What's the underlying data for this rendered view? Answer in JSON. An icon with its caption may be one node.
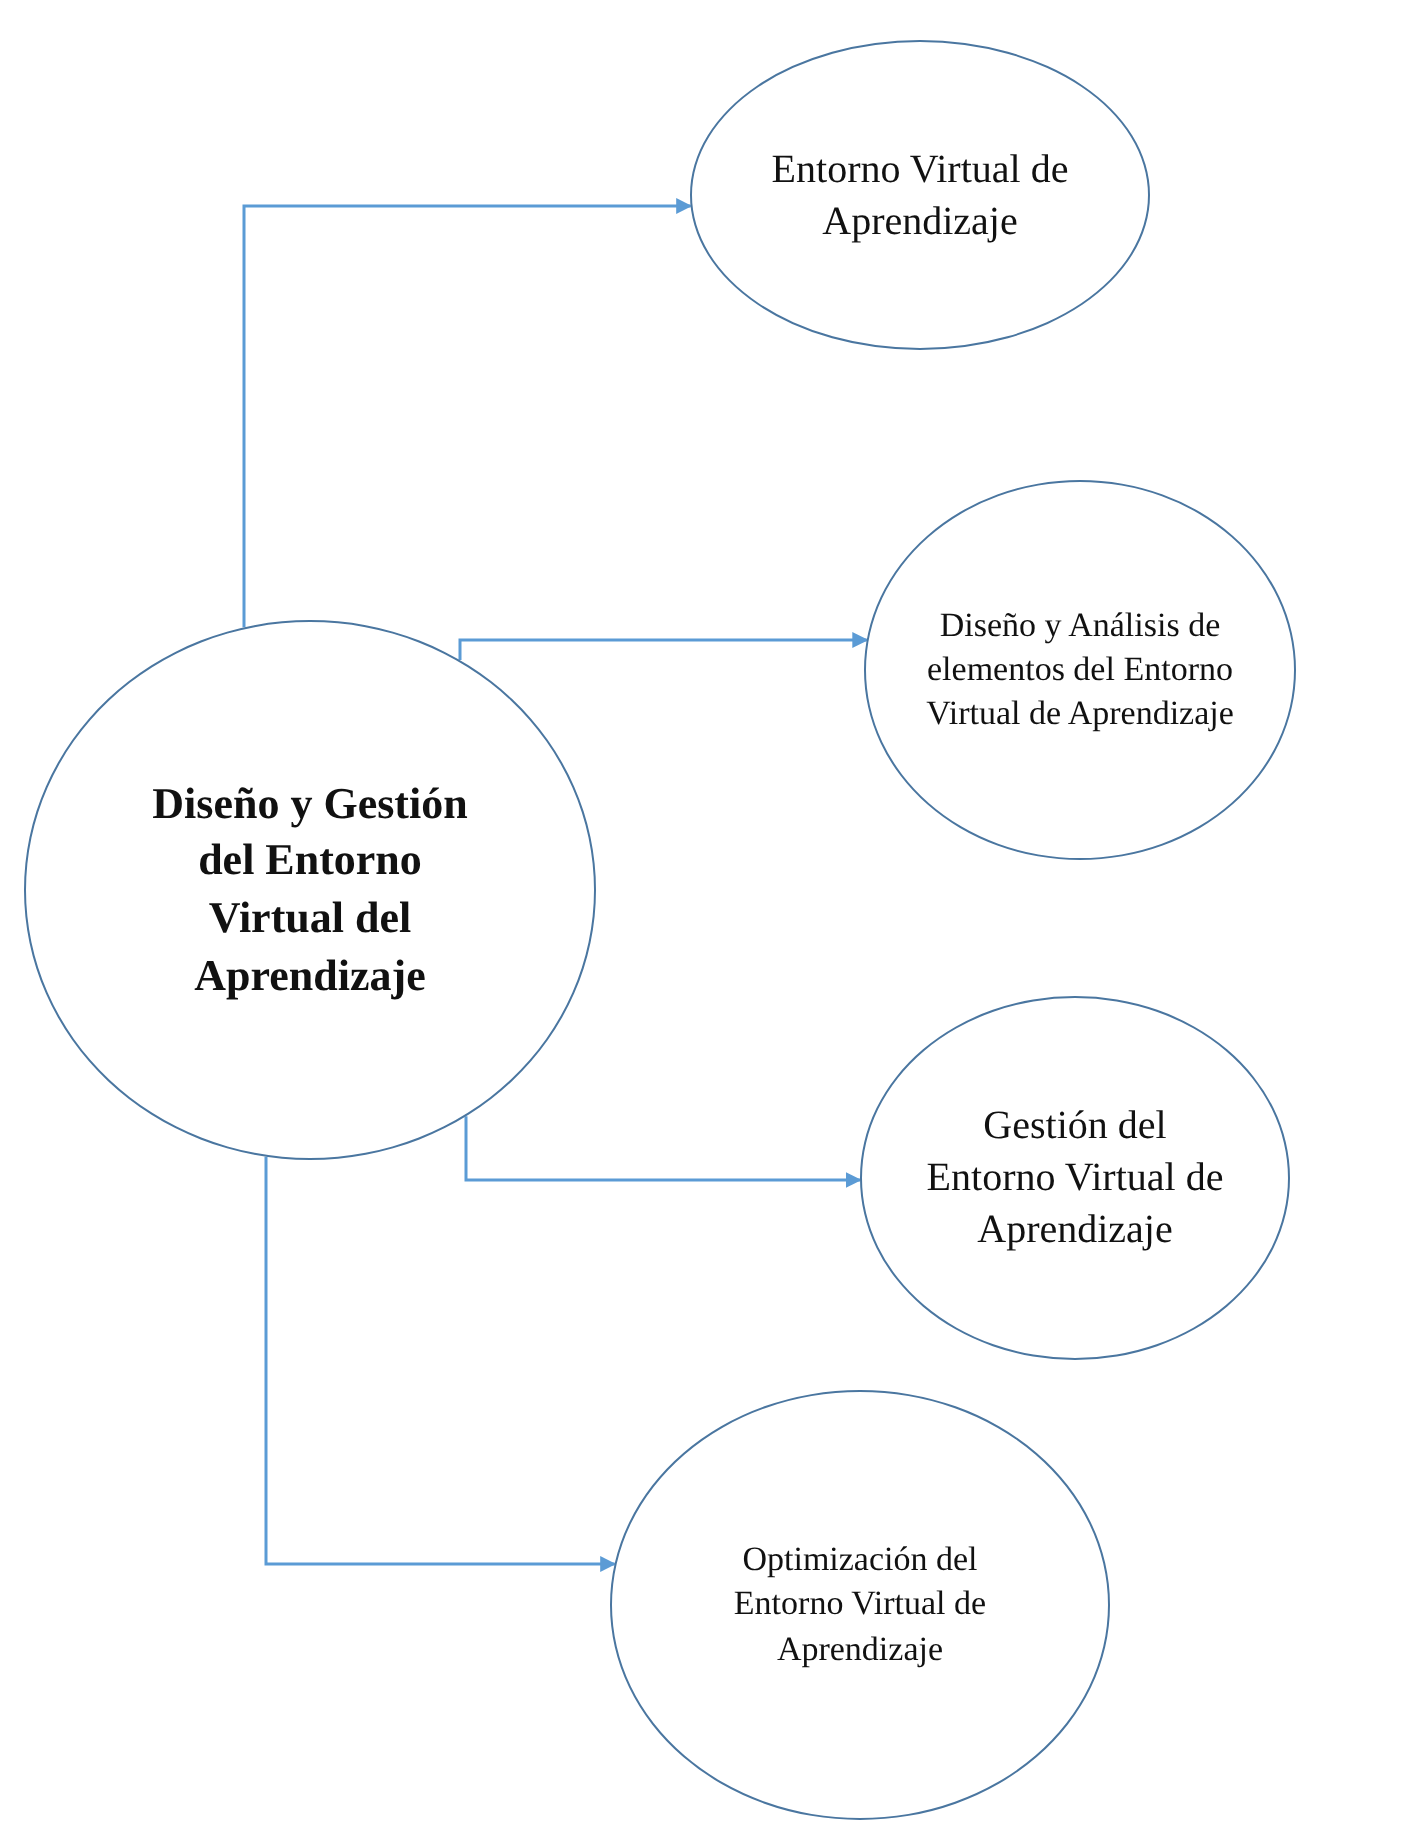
{
  "diagram": {
    "nodes": [
      {
        "text": [
          "Diseño y Gestión del Entorno Virtual del Aprendizaje"
        ]
      },
      {
        "text": [
          "Entorno Virtual de Aprendizaje"
        ]
      },
      {
        "text": [
          "Diseño y Análisis de elementos del Entorno Virtual de Aprendizaje"
        ]
      },
      {
        "text": [
          "Gestión del Entorno Virtual de Aprendizaje"
        ]
      },
      {
        "text": [
          "Optimización del Entorno Virtual de Aprendizaje"
        ]
      }
    ],
    "edges": [
      {
        "from": 0,
        "to": 1,
        "arrow": "to"
      },
      {
        "from": 0,
        "to": 2,
        "arrow": "to"
      },
      {
        "from": 0,
        "to": 3,
        "arrow": "to"
      },
      {
        "from": 0,
        "to": 4,
        "arrow": "to"
      }
    ]
  }
}
